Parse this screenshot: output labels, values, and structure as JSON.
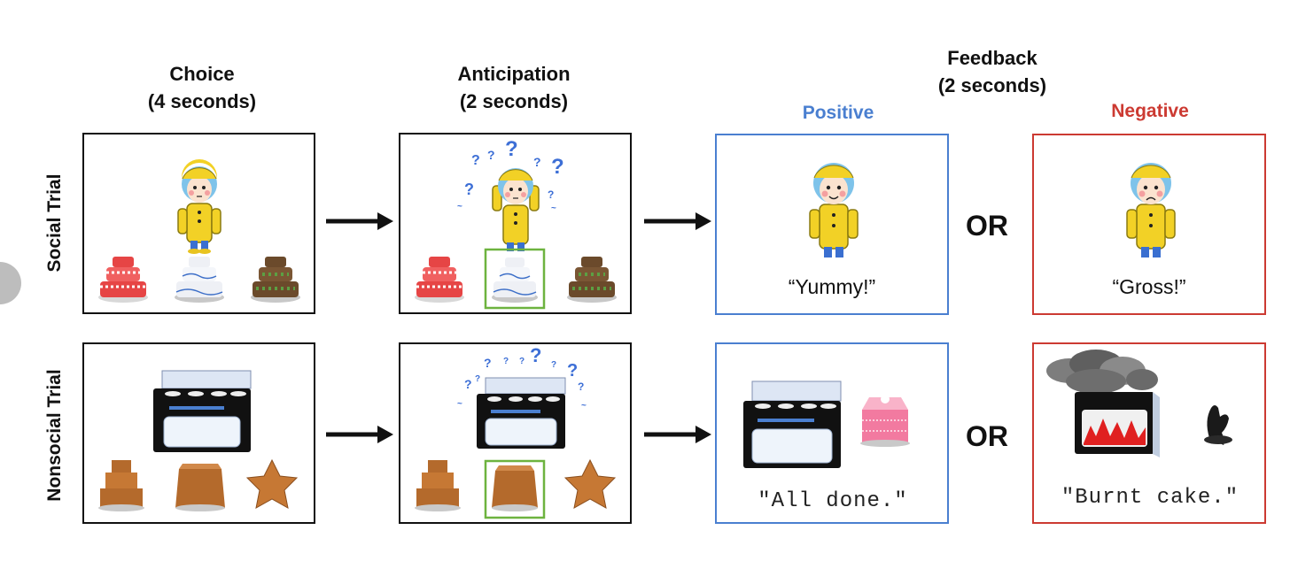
{
  "headers": {
    "choice_title": "Choice",
    "choice_duration": "(4 seconds)",
    "anticipation_title": "Anticipation",
    "anticipation_duration": "(2 seconds)",
    "feedback_title": "Feedback",
    "feedback_duration": "(2 seconds)",
    "positive_label": "Positive",
    "negative_label": "Negative"
  },
  "rows": {
    "social_label": "Social Trial",
    "nonsocial_label": "Nonsocial Trial"
  },
  "connectors": {
    "or_social": "OR",
    "or_nonsocial": "OR"
  },
  "feedback_text": {
    "social_positive": "“Yummy!”",
    "social_negative": "“Gross!”",
    "nonsocial_positive": "\"All done.\"",
    "nonsocial_negative": "\"Burnt cake.\""
  },
  "colors": {
    "positive": "#4a7fd0",
    "negative": "#cc3a32",
    "selection": "#6db33f"
  }
}
